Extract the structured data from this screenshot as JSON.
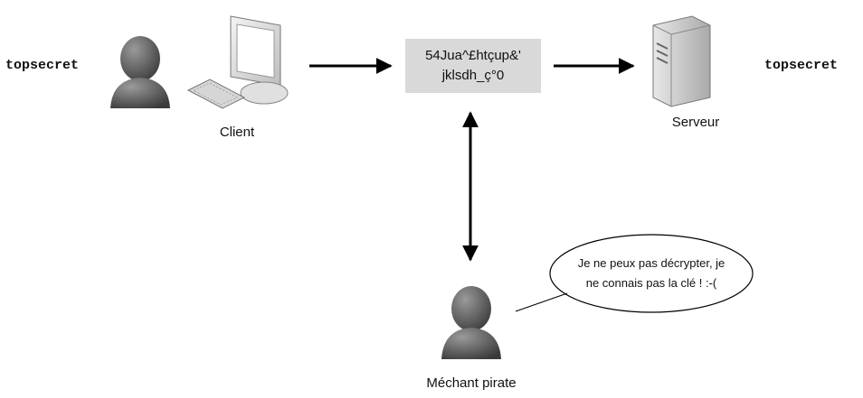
{
  "client": {
    "secret": "topsecret",
    "label": "Client"
  },
  "server": {
    "secret": "topsecret",
    "label": "Serveur"
  },
  "ciphertext": {
    "line1": "54Jua^£htçup&'",
    "line2": "jklsdh_ç°0"
  },
  "attacker": {
    "label": "Méchant pirate",
    "speech_line1": "Je ne peux pas décrypter, je",
    "speech_line2": "ne connais pas la clé ! :-("
  },
  "icons": {
    "client_user": "user-icon",
    "client_computer": "computer-icon",
    "server": "server-icon",
    "attacker_user": "user-icon"
  },
  "colors": {
    "cipher_box": "#d9d9d9",
    "person": "#555555"
  }
}
